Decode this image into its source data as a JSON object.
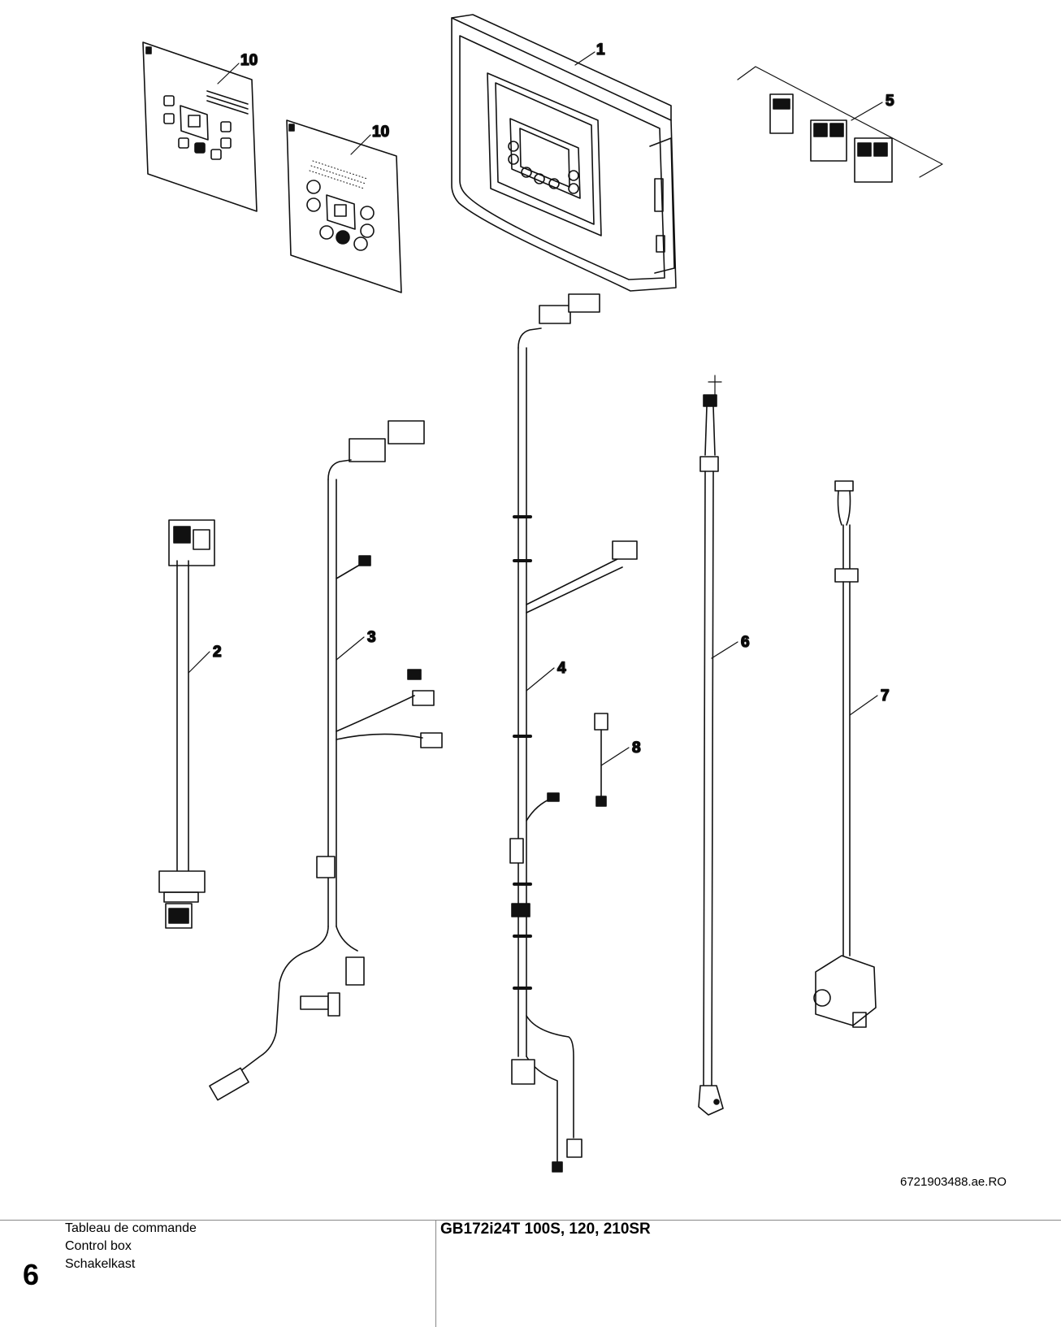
{
  "callouts": {
    "c1": "1",
    "c2": "2",
    "c3": "3",
    "c4": "4",
    "c5": "5",
    "c6": "6",
    "c7": "7",
    "c8": "8",
    "c10a": "10",
    "c10b": "10"
  },
  "reference_code": "6721903488.ae.RO",
  "footer": {
    "chapter_number": "6",
    "descriptions": [
      "Tableau de commande",
      "Control box",
      "Schakelkast"
    ],
    "model": "GB172i24T 100S, 120, 210SR"
  }
}
